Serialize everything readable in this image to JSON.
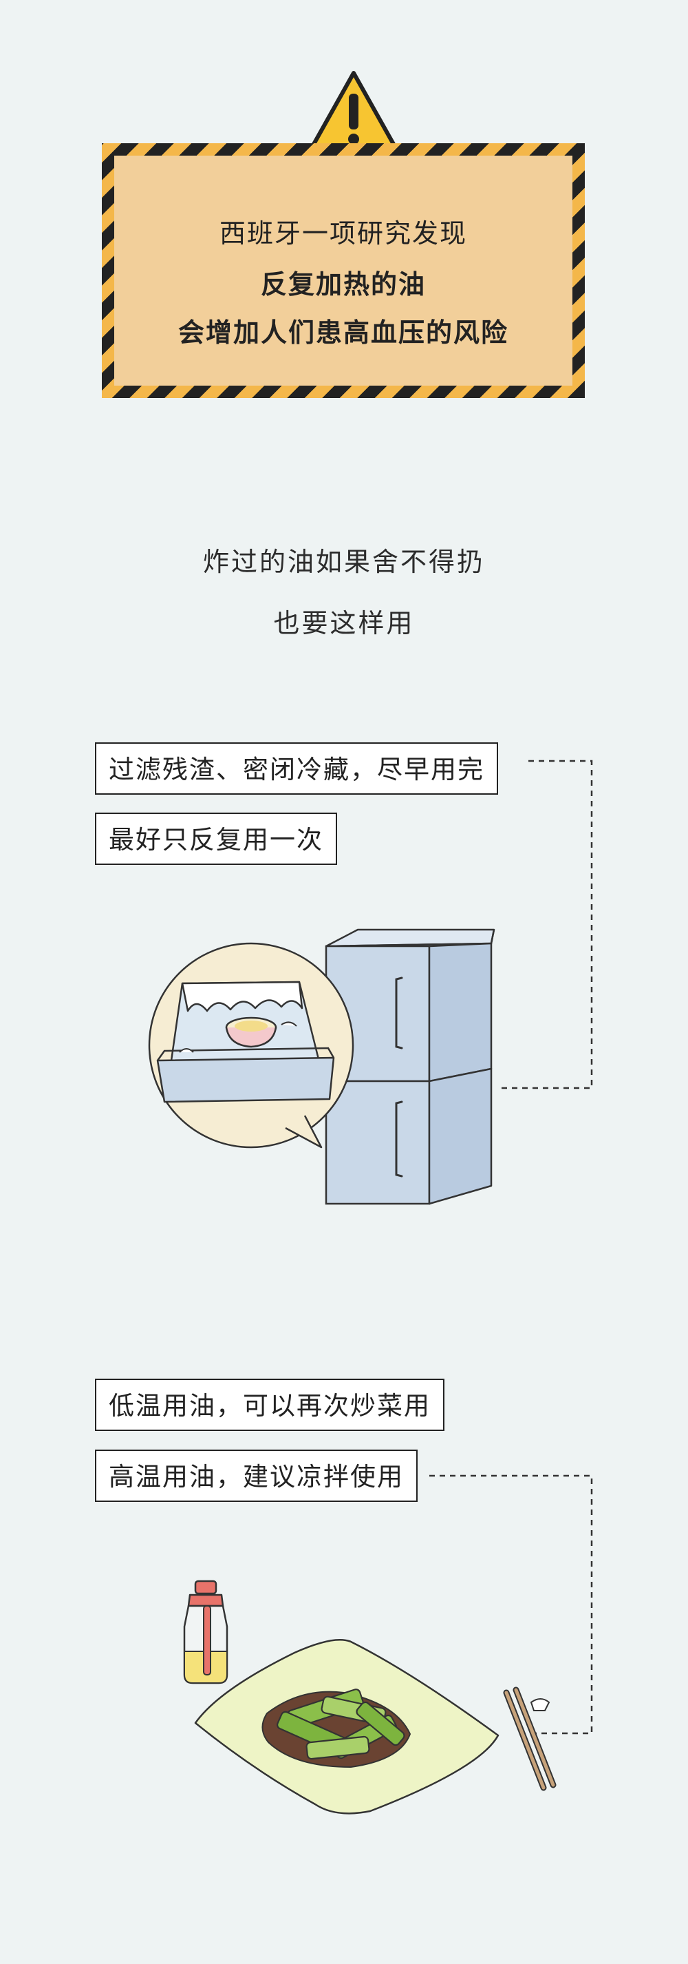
{
  "warning": {
    "line1": "西班牙一项研究发现",
    "line2": "反复加热的油",
    "line3": "会增加人们患高血压的风险"
  },
  "intro": {
    "line1": "炸过的油如果舍不得扔",
    "line2": "也要这样用"
  },
  "section1": {
    "tip1": "过滤残渣、密闭冷藏，尽早用完",
    "tip2": "最好只反复用一次"
  },
  "section2": {
    "tip1": "低温用油，可以再次炒菜用",
    "tip2": "高温用油，建议凉拌使用"
  },
  "colors": {
    "background": "#eef3f3",
    "warning_fill": "#f2cf9a",
    "stripe_dark": "#222222",
    "stripe_light": "#f4b74a",
    "fridge": "#c9d8e8",
    "plate": "#eef4c6",
    "cucumber": "#8bbf4a"
  }
}
